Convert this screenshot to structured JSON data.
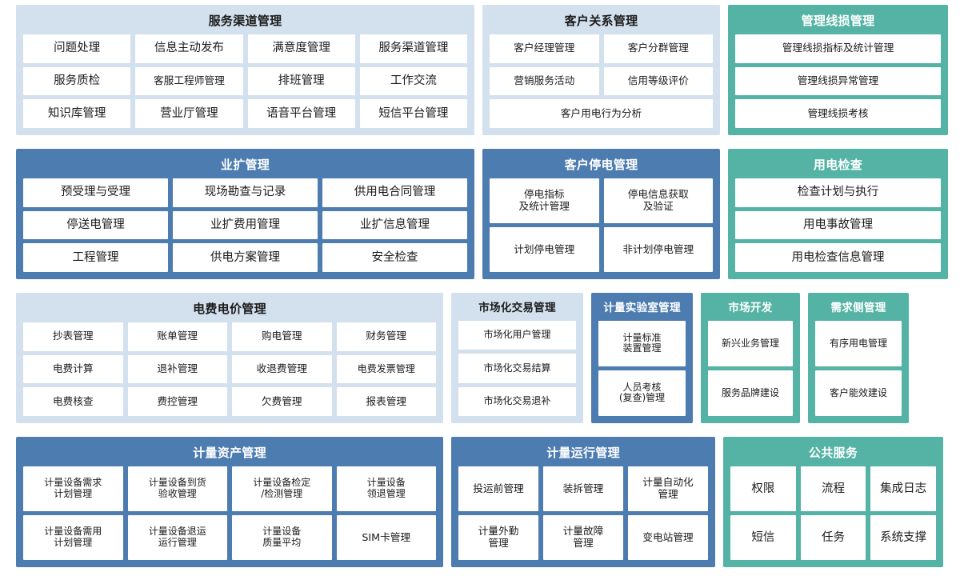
{
  "colors": {
    "light_panel": "#d3e0ed",
    "blue_panel": "#4d7cb0",
    "teal_panel": "#54b3a4",
    "cell_bg": "#ffffff",
    "text_dark": "#1b1b1b",
    "text_light": "#ffffff",
    "page_bg": "#ffffff"
  },
  "panels": [
    {
      "id": "service-channel-management",
      "title": "服务渠道管理",
      "style": "light",
      "rows": [
        [
          "问题处理",
          "信息主动发布",
          "满意度管理",
          "服务渠道管理"
        ],
        [
          "服务质检",
          "客服工程师管理",
          "排班管理",
          "工作交流"
        ],
        [
          "知识库管理",
          "营业厅管理",
          "语音平台管理",
          "短信平台管理"
        ]
      ]
    },
    {
      "id": "customer-relationship-management",
      "title": "客户关系管理",
      "style": "light",
      "rows": [
        [
          "客户经理管理",
          "客户分群管理"
        ],
        [
          "营销服务活动",
          "信用等级评价"
        ],
        [
          "客户用电行为分析"
        ]
      ]
    },
    {
      "id": "management-line-loss",
      "title": "管理线损管理",
      "style": "teal",
      "rows": [
        [
          "管理线损指标及统计管理"
        ],
        [
          "管理线损异常管理"
        ],
        [
          "管理线损考核"
        ]
      ]
    },
    {
      "id": "business-expansion-management",
      "title": "业扩管理",
      "style": "blue",
      "rows": [
        [
          "预受理与受理",
          "现场勘查与记录",
          "供用电合同管理"
        ],
        [
          "停送电管理",
          "业扩费用管理",
          "业扩信息管理"
        ],
        [
          "工程管理",
          "供电方案管理",
          "安全检查"
        ]
      ]
    },
    {
      "id": "customer-outage-management",
      "title": "客户停电管理",
      "style": "blue",
      "rows": [
        [
          "停电指标\n及统计管理",
          "停电信息获取\n及验证"
        ],
        [
          "计划停电管理",
          "非计划停电管理"
        ]
      ]
    },
    {
      "id": "electricity-use-inspection",
      "title": "用电检查",
      "style": "teal",
      "rows": [
        [
          "检查计划与执行"
        ],
        [
          "用电事故管理"
        ],
        [
          "用电检查信息管理"
        ]
      ]
    },
    {
      "id": "electricity-fee-price-management",
      "title": "电费电价管理",
      "style": "light",
      "rows": [
        [
          "抄表管理",
          "账单管理",
          "购电管理",
          "财务管理"
        ],
        [
          "电费计算",
          "退补管理",
          "收退费管理",
          "电费发票管理"
        ],
        [
          "电费核查",
          "费控管理",
          "欠费管理",
          "报表管理"
        ]
      ]
    },
    {
      "id": "market-trading-management",
      "title": "市场化交易管理",
      "style": "light",
      "rows": [
        [
          "市场化用户管理"
        ],
        [
          "市场化交易结算"
        ],
        [
          "市场化交易退补"
        ]
      ]
    },
    {
      "id": "metering-laboratory-management",
      "title": "计量实验室管理",
      "style": "blue",
      "rows": [
        [
          "计量标准\n装置管理"
        ],
        [
          "人员考核\n(复查)管理"
        ]
      ]
    },
    {
      "id": "market-development",
      "title": "市场开发",
      "style": "teal",
      "rows": [
        [
          "新兴业务管理"
        ],
        [
          "服务品牌建设"
        ]
      ]
    },
    {
      "id": "demand-side-management",
      "title": "需求侧管理",
      "style": "teal",
      "rows": [
        [
          "有序用电管理"
        ],
        [
          "客户能效建设"
        ]
      ]
    },
    {
      "id": "metering-asset-management",
      "title": "计量资产管理",
      "style": "blue",
      "rows": [
        [
          "计量设备需求\n计划管理",
          "计量设备到货\n验收管理",
          "计量设备检定\n/检测管理",
          "计量设备\n领退管理"
        ],
        [
          "计量设备需用\n计划管理",
          "计量设备退运\n运行管理",
          "计量设备\n质量平均",
          "SIM卡管理"
        ]
      ]
    },
    {
      "id": "metering-operation-management",
      "title": "计量运行管理",
      "style": "blue",
      "rows": [
        [
          "投运前管理",
          "装拆管理",
          "计量自动化\n管理"
        ],
        [
          "计量外勤\n管理",
          "计量故障\n管理",
          "变电站管理"
        ]
      ]
    },
    {
      "id": "public-service",
      "title": "公共服务",
      "style": "teal",
      "rows": [
        [
          "权限",
          "流程",
          "集成日志"
        ],
        [
          "短信",
          "任务",
          "系统支撑"
        ]
      ]
    }
  ]
}
